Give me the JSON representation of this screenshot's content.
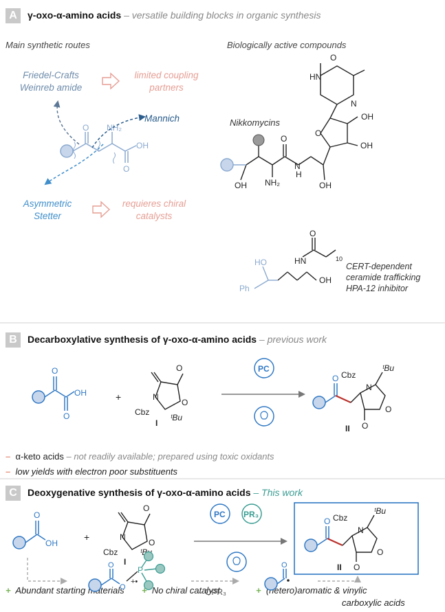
{
  "section_a": {
    "letter": "A",
    "title_bold": "γ-oxo-α-amino acids",
    "title_rest": " – versatile building blocks in organic synthesis",
    "left_heading": "Main synthetic routes",
    "right_heading": "Biologically active compounds",
    "route1": [
      "Friedel-Crafts",
      "Weinreb amide"
    ],
    "route1_limit": [
      "limited coupling",
      "partners"
    ],
    "route2": "Mannich",
    "route3": [
      "Asymmetric",
      "Stetter"
    ],
    "route3_limit": [
      "requieres chiral",
      "catalysts"
    ],
    "compound1_name": "Nikkomycins",
    "compound2_desc": [
      "CERT-dependent",
      "ceramide trafficking",
      "HPA-12 inhibitor"
    ],
    "atoms": {
      "o": "O",
      "n": "N",
      "hn": "HN",
      "h": "H",
      "oh": "OH",
      "nh2": "NH₂",
      "ph": "Ph",
      "ho": "HO",
      "sub10": "10"
    }
  },
  "section_b": {
    "letter": "B",
    "title_bold": "Decarboxylative synthesis of γ-oxo-α-amino acids",
    "title_rest": " – previous work",
    "reagent_oh": "OH",
    "plus": "+",
    "cbz": "Cbz",
    "tbu": "ᵗBu",
    "label_i": "I",
    "label_ii": "II",
    "catalyst": "PC",
    "bullet1_main": "α-keto acids",
    "bullet1_rest": " – not readily available; prepared using toxic oxidants",
    "bullet2": "low yields with electron poor substituents",
    "dash": "–"
  },
  "section_c": {
    "letter": "C",
    "title_bold": "Deoxygenative synthesis of  γ-oxo-α-amino acids",
    "title_rest": " – This work",
    "reagent_oh": "OH",
    "plus": "+",
    "cbz": "Cbz",
    "tbu": "ᵗBu",
    "label_i": "I",
    "label_ii": "II",
    "catalyst": "PC",
    "phosphine": "PR₃",
    "byproduct": "– OPR₃",
    "p_atom": "P",
    "charge": "+•",
    "o_atom": "O",
    "benefits": [
      "Abundant starting materials",
      "No chiral catalyst",
      "(hetero)aromatic & vinylic",
      "carboxylic acids"
    ],
    "plus_mark": "+"
  },
  "colors": {
    "blue": "#2f78c4",
    "light_blue": "#8aa9cf",
    "teal": "#3a9c92",
    "red": "#b9302b",
    "grey": "#888888",
    "green": "#7ab45a",
    "pink": "#e69e94"
  }
}
